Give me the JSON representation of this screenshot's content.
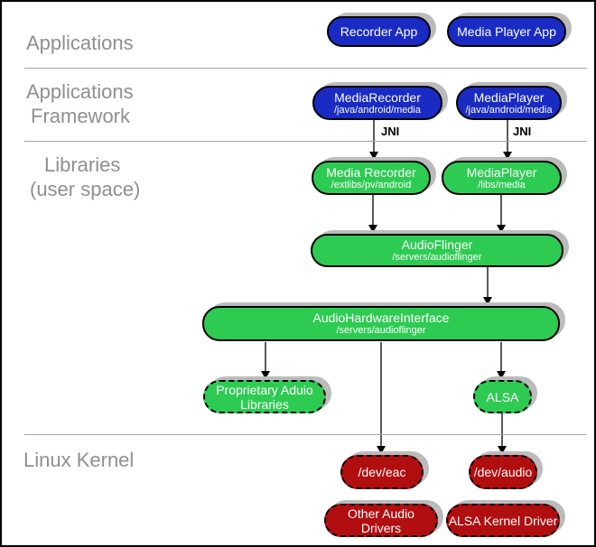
{
  "layers": {
    "applications": {
      "label": "Applications"
    },
    "framework": {
      "line1": "Applications",
      "line2": "Framework"
    },
    "libraries": {
      "line1": "Libraries",
      "line2": "(user space)"
    },
    "kernel": {
      "label": "Linux Kernel"
    }
  },
  "nodes": {
    "recorder_app": {
      "label": "Recorder App"
    },
    "media_player_app": {
      "label": "Media Player App"
    },
    "media_recorder_framework": {
      "label": "MediaRecorder",
      "path": "/java/android/media"
    },
    "media_player_framework": {
      "label": "MediaPlayer",
      "path": "/java/android/media"
    },
    "media_recorder_lib": {
      "label": "Media Recorder",
      "path": "/extlibs/pv/android"
    },
    "media_player_lib": {
      "label": "MediaPlayer",
      "path": "/libs/media"
    },
    "audio_flinger": {
      "label": "AudioFlinger",
      "path": "/servers/audioflinger"
    },
    "audio_hardware_interface": {
      "label": "AudioHardwareInterface",
      "path": "/servers/audioflinger"
    },
    "proprietary_audio_libraries": {
      "label": "Proprietary Aduio Libraries"
    },
    "alsa": {
      "label": "ALSA"
    },
    "dev_eac": {
      "label": "/dev/eac"
    },
    "dev_audio": {
      "label": "/dev/audio"
    },
    "other_audio_drivers": {
      "label": "Other Audio Drivers"
    },
    "alsa_kernel_driver": {
      "label": "ALSA Kernel Driver"
    }
  },
  "connectors": {
    "jni_left": "JNI",
    "jni_right": "JNI"
  },
  "colors": {
    "framework_blue": "#1a2bc4",
    "library_green": "#2ecb53",
    "kernel_red": "#b10e10",
    "shadow_gray": "#bbbbbb",
    "layer_label_gray": "#8f8f8f",
    "divider_gray": "#a6a6a6"
  }
}
